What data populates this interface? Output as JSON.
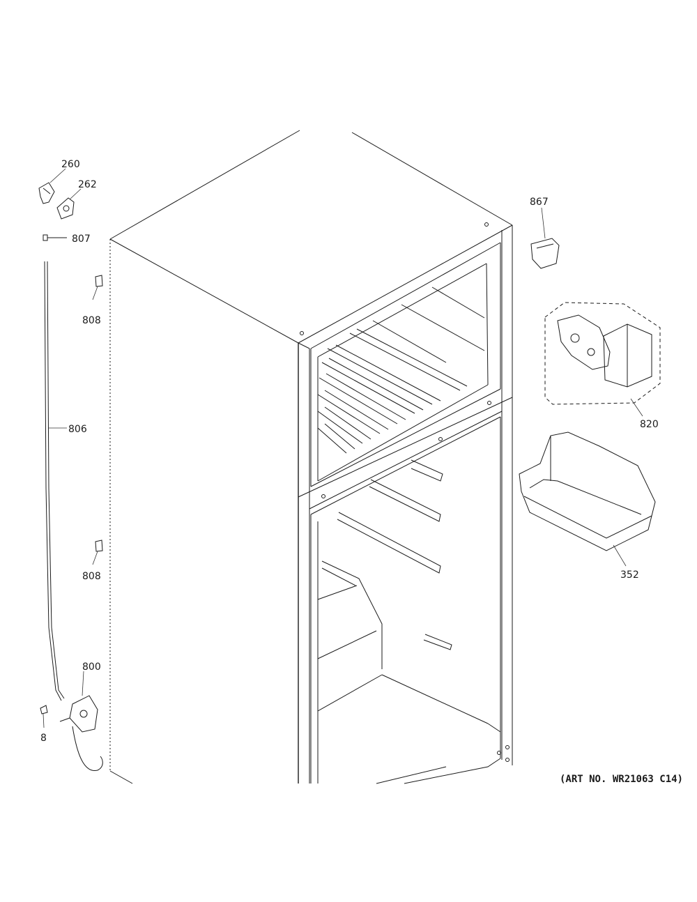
{
  "callouts": [
    "260",
    "262",
    "807",
    "808",
    "806",
    "808",
    "800",
    "8",
    "867",
    "820",
    "352"
  ],
  "art_number": "(ART NO. WR21063 C14)"
}
